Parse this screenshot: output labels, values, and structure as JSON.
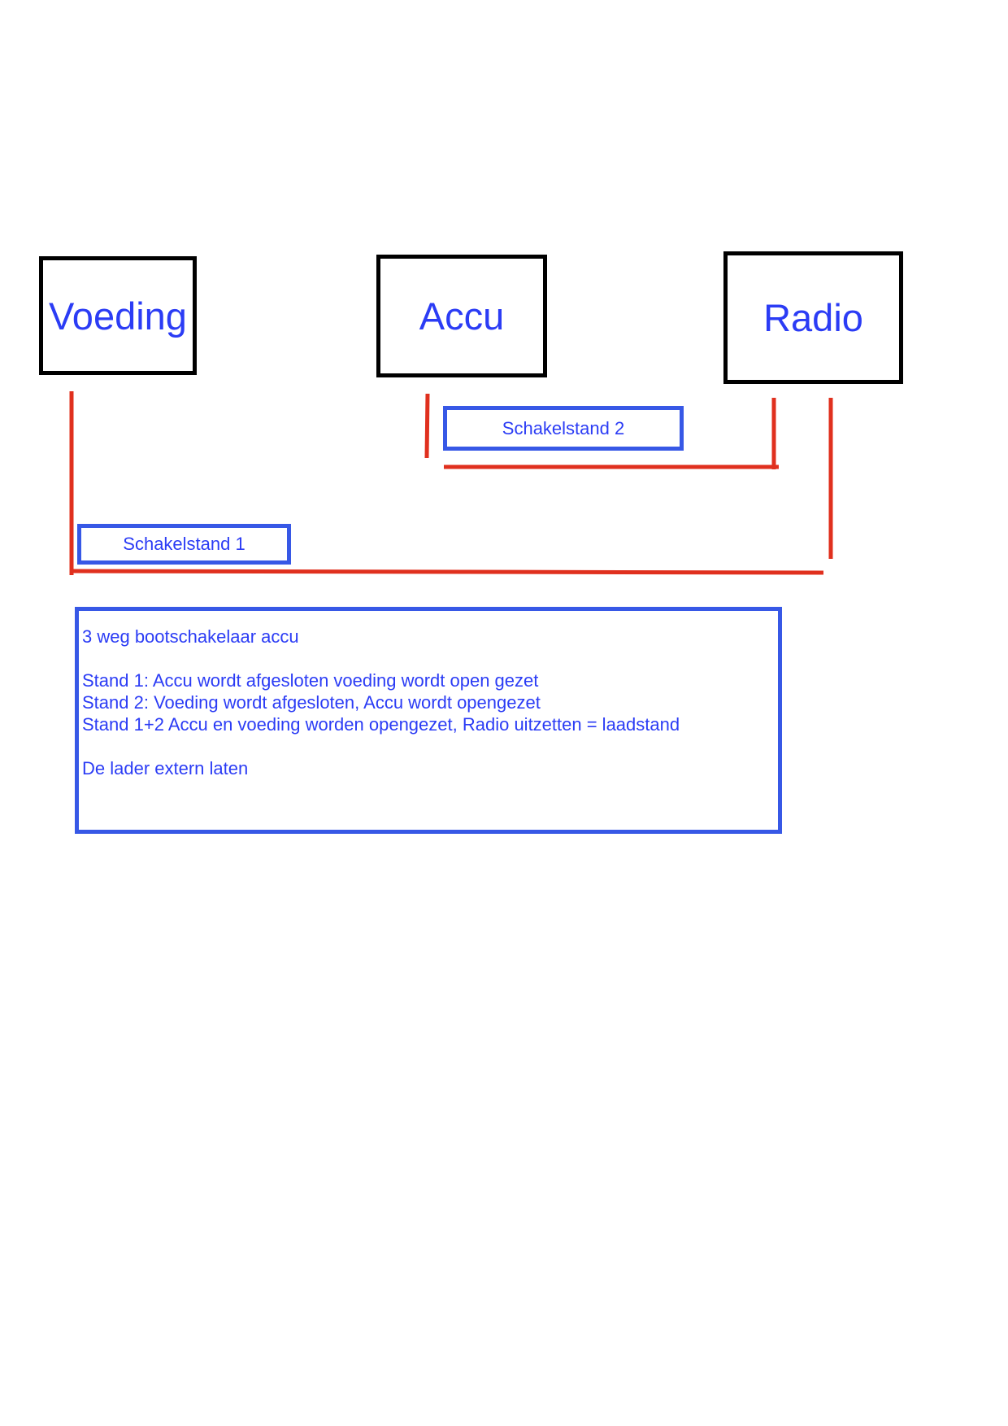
{
  "components": {
    "voeding": "Voeding",
    "accu": "Accu",
    "radio": "Radio"
  },
  "switches": {
    "stand_2": "Schakelstand 2",
    "stand_1": "Schakelstand 1"
  },
  "notes": {
    "title": "3 weg bootschakelaar accu",
    "stand_1": "Stand 1: Accu wordt afgesloten voeding wordt open gezet",
    "stand_2": "Stand 2: Voeding wordt afgesloten, Accu wordt opengezet",
    "stand_1_2": "Stand 1+2 Accu en voeding worden opengezet, Radio uitzetten = laadstand",
    "footer": "De lader extern laten"
  },
  "colors": {
    "box_border": "#000000",
    "label_text": "#2b3cf5",
    "frame_blue": "#3758e6",
    "wire_red": "#e0301e"
  }
}
